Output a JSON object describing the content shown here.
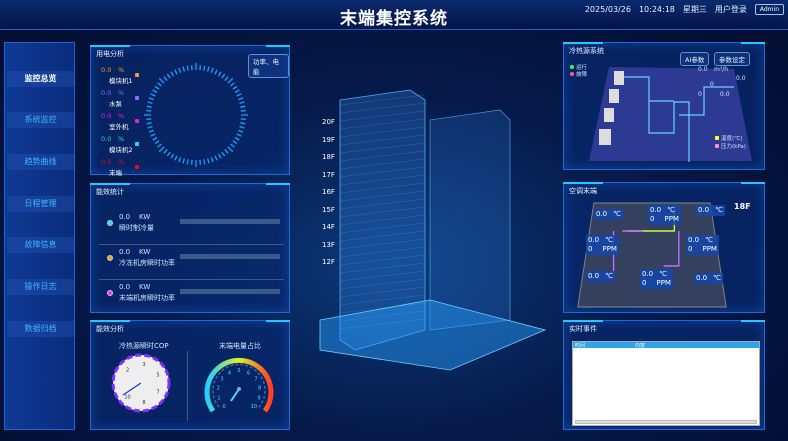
{
  "header": {
    "title": "末端集控系统",
    "date": "2025/03/26",
    "time": "10:24:18",
    "weekday": "星期三",
    "login": "用户登录",
    "user": "Admin"
  },
  "sidebar": {
    "items": [
      {
        "label": "监控总览",
        "active": true
      },
      {
        "label": "系统监控"
      },
      {
        "label": "趋势曲线"
      },
      {
        "label": "日程管理"
      },
      {
        "label": "故障信息"
      },
      {
        "label": "操作日志"
      },
      {
        "label": "数据归档"
      }
    ]
  },
  "power": {
    "title": "用电分析",
    "button": "功率、电能",
    "items": [
      {
        "value": "0.0",
        "unit": "%",
        "label": "模块机1",
        "color": "#f0a020"
      },
      {
        "value": "0.0",
        "unit": "%",
        "label": "水泵",
        "color": "#8a6cff"
      },
      {
        "value": "0.0",
        "unit": "%",
        "label": "室外机",
        "color": "#e020e0"
      },
      {
        "value": "0.0",
        "unit": "%",
        "label": "模块机2",
        "color": "#20d8e8"
      },
      {
        "value": "0.0",
        "unit": "%",
        "label": "末端",
        "color": "#e01020"
      }
    ]
  },
  "efficiency": {
    "title": "能效统计",
    "items": [
      {
        "value": "0.0",
        "unit": "KW",
        "label": "瞬时制冷量",
        "color": "#20e0ff"
      },
      {
        "value": "0.0",
        "unit": "KW",
        "label": "冷冻机房瞬时功率",
        "color": "#f0a020"
      },
      {
        "value": "0.0",
        "unit": "KW",
        "label": "末端机房瞬时功率",
        "color": "#ff30ff"
      }
    ]
  },
  "analysis": {
    "title": "能效分析",
    "cop_title": "冷热源瞬时COP",
    "ratio_title": "末端电量占比",
    "cop_ticks": [
      "2",
      "3",
      "5",
      "7",
      "8",
      "10"
    ],
    "ratio_ticks": [
      "0",
      "1",
      "2",
      "3",
      "4",
      "5",
      "6",
      "7",
      "8",
      "9",
      "10"
    ]
  },
  "building": {
    "floors": [
      "20F",
      "19F",
      "18F",
      "17F",
      "16F",
      "15F",
      "14F",
      "13F",
      "12F"
    ]
  },
  "source": {
    "title": "冷热源系统",
    "buttons": [
      "AI参数",
      "参数设定"
    ],
    "legend": [
      "运行",
      "故障"
    ],
    "readings": [
      "0.0",
      "m³/h",
      "0.0",
      "0",
      "0",
      "0.0"
    ],
    "key": [
      "温度(℃)",
      "压力(kPa)"
    ]
  },
  "terminal": {
    "title": "空调末端",
    "floor": "18F",
    "zones": [
      {
        "t": "0.0",
        "tu": "℃"
      },
      {
        "t": "0.0",
        "tu": "℃",
        "p": "0",
        "pu": "PPM"
      },
      {
        "t": "0.0",
        "tu": "℃"
      },
      {
        "t": "0.0",
        "tu": "℃",
        "p": "0",
        "pu": "PPM"
      },
      {
        "t": "0.0",
        "tu": "℃",
        "p": "0",
        "pu": "PPM"
      },
      {
        "t": "0.0",
        "tu": "℃"
      },
      {
        "t": "0.0",
        "tu": "℃",
        "p": "0",
        "pu": "PPM"
      },
      {
        "t": "0.0",
        "tu": "℃"
      }
    ]
  },
  "events": {
    "title": "实时事件",
    "columns": [
      "时间",
      "内容"
    ]
  }
}
